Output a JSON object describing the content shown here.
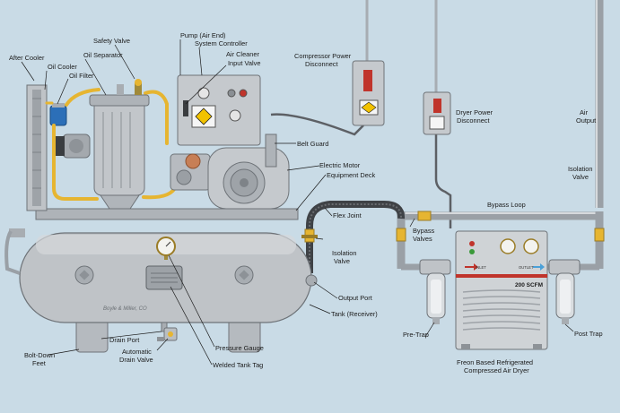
{
  "labels": {
    "after_cooler": "After Cooler",
    "oil_cooler": "Oil Cooler",
    "oil_filter": "Oil Filter",
    "oil_separator": "Oil Separator",
    "safety_valve": "Safety Valve",
    "pump_air_end": "Pump (Air End)",
    "system_controller": "System Controller",
    "air_cleaner_1": "Air Cleaner",
    "air_cleaner_2": "Input Valve",
    "compressor_power_1": "Compressor Power",
    "compressor_power_2": "Disconnect",
    "dryer_power_1": "Dryer Power",
    "dryer_power_2": "Disconnect",
    "air_output_1": "Air",
    "air_output_2": "Output",
    "isolation_valve_right_1": "Isolation",
    "isolation_valve_right_2": "Valve",
    "belt_guard": "Belt Guard",
    "electric_motor": "Electric Motor",
    "equipment_deck": "Equipment Deck",
    "flex_joint": "Flex Joint",
    "bypass_loop": "Bypass Loop",
    "bypass_valves_1": "Bypass",
    "bypass_valves_2": "Valves",
    "isolation_valve_left_1": "Isolation",
    "isolation_valve_left_2": "Valve",
    "output_port": "Output Port",
    "tank_receiver": "Tank (Receiver)",
    "pre_trap": "Pre-Trap",
    "post_trap": "Post Trap",
    "dryer_1": "Freon Based Refrigerated",
    "dryer_2": "Compressed Air Dryer",
    "drain_port": "Drain Port",
    "automatic_drain_1": "Automatic",
    "automatic_drain_2": "Drain Valve",
    "bolt_down_1": "Bolt-Down",
    "bolt_down_2": "Feet",
    "pressure_gauge": "Pressure Gauge",
    "welded_tank_tag": "Welded Tank Tag"
  },
  "equipment_text": {
    "dryer_rating": "200 SCFM",
    "dryer_inlet": "INLET",
    "dryer_outlet": "OUTLET",
    "tank_stamp": "Boyle & Miller, CO"
  },
  "colors": {
    "background": "#c9dbe6",
    "pipe_yellow": "#e6b531",
    "metal": "#bfc3c7",
    "dryer_stripe": "#c0342b",
    "warning": "#f2c200"
  }
}
